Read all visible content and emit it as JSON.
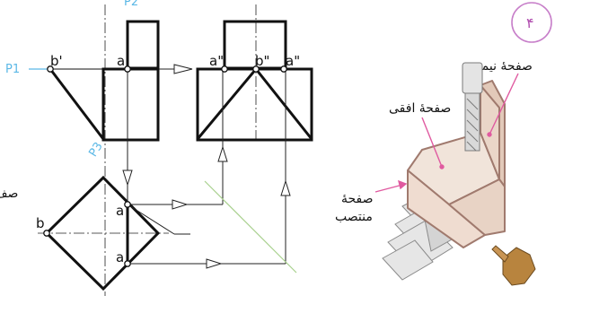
{
  "plane_labels": {
    "p1": "P1",
    "p2": "P2",
    "p3": "P3"
  },
  "point_labels": {
    "front_b": "b'",
    "front_a": "a'",
    "side_a_left": "a\"",
    "side_b": "b\"",
    "side_a_right": "a\"",
    "top_b": "b",
    "top_a_upper": "a",
    "top_a_lower": "a"
  },
  "edge_text_left": "صف",
  "figure": {
    "number": "۴",
    "label_profile": "صفحهٔ نیمرخ",
    "label_horizontal": "صفحهٔ افقی",
    "label_vertical_line1": "صفحهٔ",
    "label_vertical_line2": "منتصب"
  },
  "colors": {
    "plane_blue": "#5bb8e6",
    "fold_green": "#a8d08d",
    "pointer_pink": "#e05aa0",
    "circle_purple": "#c77ec9",
    "block_fill": "#f1e4da",
    "block_stroke": "#a07a6e"
  }
}
